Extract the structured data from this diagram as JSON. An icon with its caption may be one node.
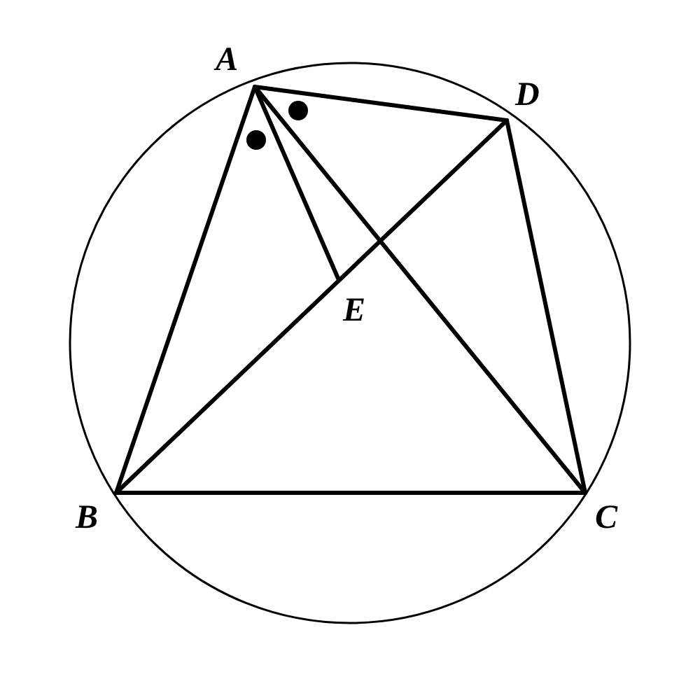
{
  "diagram": {
    "nodes": [
      {
        "text": [
          "A"
        ]
      },
      {
        "text": [
          "B"
        ]
      },
      {
        "text": [
          "C"
        ]
      },
      {
        "text": [
          "D"
        ]
      },
      {
        "text": [
          "E"
        ]
      }
    ],
    "edges": [
      {
        "from": 0,
        "to": 1,
        "arrow": "none"
      },
      {
        "from": 0,
        "to": 3,
        "arrow": "none"
      },
      {
        "from": 0,
        "to": 2,
        "arrow": "none"
      },
      {
        "from": 0,
        "to": 4,
        "arrow": "none"
      },
      {
        "from": 1,
        "to": 3,
        "arrow": "none"
      },
      {
        "from": 1,
        "to": 2,
        "arrow": "none"
      },
      {
        "from": 3,
        "to": 2,
        "arrow": "none"
      }
    ]
  }
}
